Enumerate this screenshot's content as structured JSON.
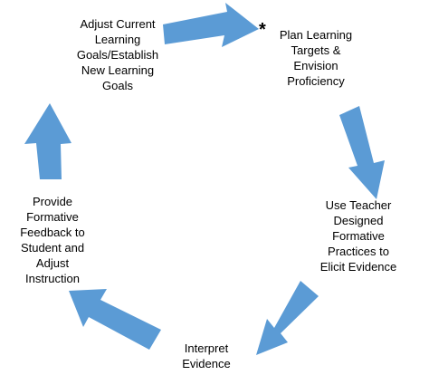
{
  "cycle": {
    "arrow_color": "#5b9bd5",
    "steps": [
      {
        "id": "adjust",
        "lines": [
          "Adjust Current",
          "Learning",
          "Goals/Establish",
          "New Learning",
          "Goals"
        ]
      },
      {
        "id": "plan",
        "marker": "*",
        "lines": [
          "Plan Learning",
          "Targets &",
          "Envision",
          "Proficiency"
        ]
      },
      {
        "id": "use",
        "lines": [
          "Use Teacher",
          "Designed",
          "Formative",
          "Practices to",
          "Elicit Evidence"
        ]
      },
      {
        "id": "interpret",
        "lines": [
          "Interpret",
          "Evidence"
        ]
      },
      {
        "id": "provide",
        "lines": [
          "Provide",
          "Formative",
          "Feedback to",
          "Student and",
          "Adjust",
          "Instruction"
        ]
      }
    ]
  }
}
